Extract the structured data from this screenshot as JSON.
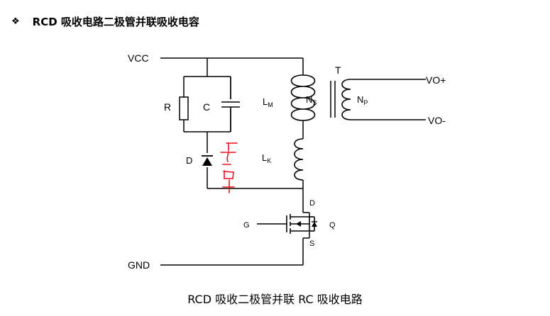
{
  "heading": {
    "bullet": "❖",
    "title": "RCD 吸收电路二极管并联吸收电容"
  },
  "labels": {
    "vcc": "VCC",
    "gnd": "GND",
    "r": "R",
    "c": "C",
    "d": "D",
    "t": "T",
    "lm": "L",
    "lm_sub": "M",
    "ns": "N",
    "ns_sub": "S",
    "np": "N",
    "np_sub": "P",
    "lk": "L",
    "lk_sub": "K",
    "vo_plus": "VO+",
    "vo_minus": "VO-",
    "g": "G",
    "q": "Q",
    "mos_d": "D",
    "mos_s": "S"
  },
  "colors": {
    "wire": "#000000",
    "annotation": "#e8141c"
  },
  "caption": "RCD 吸收二极管并联 RC 吸收电路"
}
